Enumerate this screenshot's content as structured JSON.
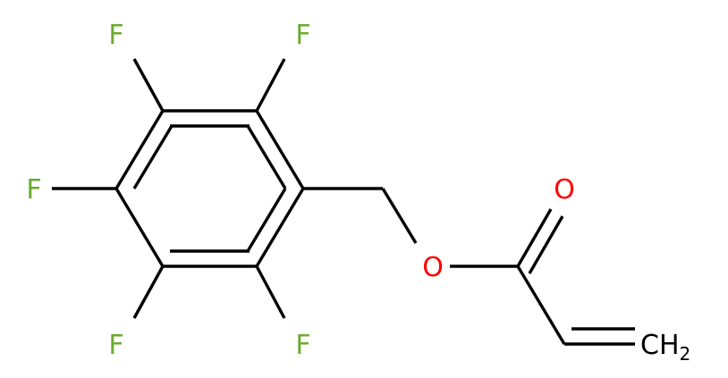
{
  "molecule": {
    "atoms": {
      "f1": "F",
      "f2": "F",
      "f3": "F",
      "f4": "F",
      "f5": "F",
      "o_ether": "O",
      "o_carbonyl": "O",
      "ch2_main": "CH",
      "ch2_sub": "2"
    }
  },
  "colors": {
    "fluorine": "#6bab2f",
    "oxygen": "#ff0000",
    "carbon": "#000000",
    "bond": "#000000",
    "background": "#ffffff"
  }
}
